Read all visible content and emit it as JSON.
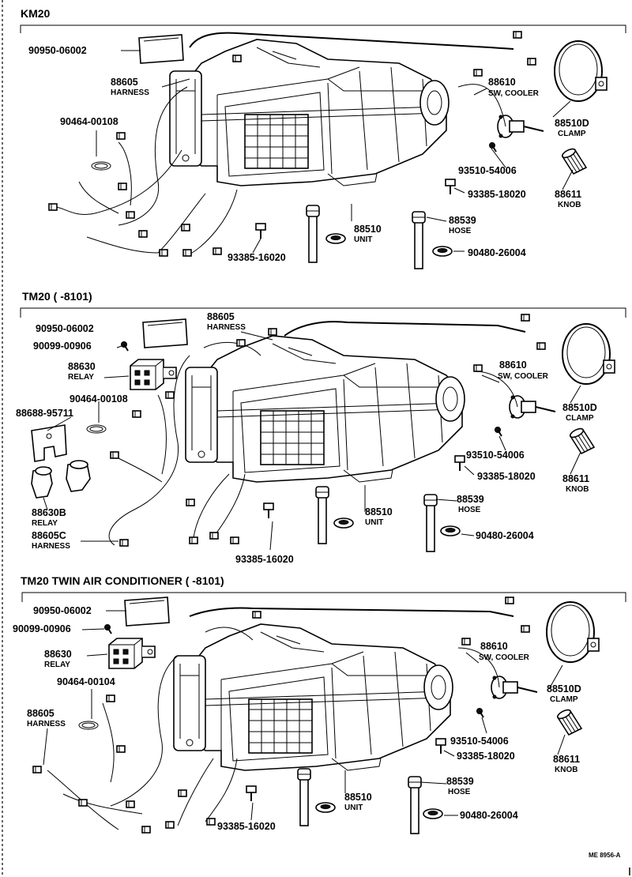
{
  "panels": [
    {
      "title": "KM20",
      "labels": {
        "seal": "90950-06002",
        "harness": "88605",
        "harness_sub": "HARNESS",
        "clip": "90464-00108",
        "switch": "88610",
        "switch_sub": "SW, COOLER",
        "clamp": "88510D",
        "clamp_sub": "CLAMP",
        "screw": "93510-54006",
        "bolt_r": "93385-18020",
        "knob": "88611",
        "knob_sub": "KNOB",
        "unit": "88510",
        "unit_sub": "UNIT",
        "hose": "88539",
        "hose_sub": "HOSE",
        "grommet": "90480-26004",
        "bolt_b": "93385-16020"
      }
    },
    {
      "title": "TM20 (      -8101)",
      "labels": {
        "harness": "88605",
        "harness_sub": "HARNESS",
        "seal": "90950-06002",
        "pin": "90099-00906",
        "relay": "88630",
        "relay_sub": "RELAY",
        "clip": "90464-00108",
        "bracket": "88688-95711",
        "relay_b": "88630B",
        "relay_b_sub": "RELAY",
        "harness_c": "88605C",
        "harness_c_sub": "HARNESS",
        "switch": "88610",
        "switch_sub": "SW, COOLER",
        "clamp": "88510D",
        "clamp_sub": "CLAMP",
        "screw": "93510-54006",
        "bolt_r": "93385-18020",
        "knob": "88611",
        "knob_sub": "KNOB",
        "unit": "88510",
        "unit_sub": "UNIT",
        "hose": "88539",
        "hose_sub": "HOSE",
        "grommet": "90480-26004",
        "bolt_b": "93385-16020"
      }
    },
    {
      "title": "TM20  TWIN  AIR  CONDITIONER (      -8101)",
      "labels": {
        "seal": "90950-06002",
        "pin": "90099-00906",
        "relay": "88630",
        "relay_sub": "RELAY",
        "clip": "90464-00104",
        "harness": "88605",
        "harness_sub": "HARNESS",
        "switch": "88610",
        "switch_sub": "SW, COOLER",
        "clamp": "88510D",
        "clamp_sub": "CLAMP",
        "screw": "93510-54006",
        "bolt_r": "93385-18020",
        "knob": "88611",
        "knob_sub": "KNOB",
        "unit": "88510",
        "unit_sub": "UNIT",
        "hose": "88539",
        "hose_sub": "HOSE",
        "grommet": "90480-26004",
        "bolt_b": "93385-16020"
      }
    }
  ],
  "footer": {
    "code": "ME  8956-A"
  }
}
